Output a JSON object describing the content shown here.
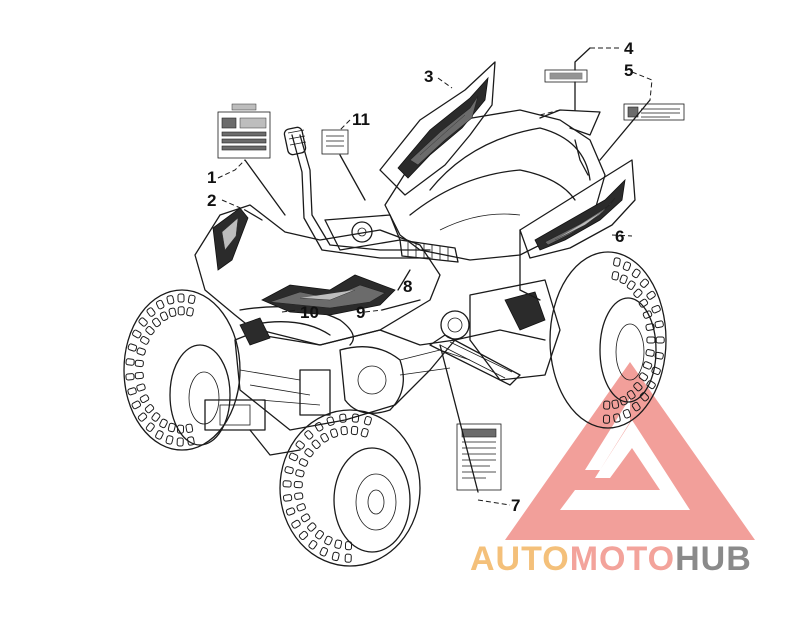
{
  "diagram": {
    "callouts": [
      {
        "id": "1",
        "label": "1"
      },
      {
        "id": "2",
        "label": "2"
      },
      {
        "id": "3",
        "label": "3"
      },
      {
        "id": "4",
        "label": "4"
      },
      {
        "id": "5",
        "label": "5"
      },
      {
        "id": "6",
        "label": "6"
      },
      {
        "id": "7",
        "label": "7"
      },
      {
        "id": "8",
        "label": "8"
      },
      {
        "id": "9",
        "label": "9"
      },
      {
        "id": "10",
        "label": "10"
      },
      {
        "id": "11",
        "label": "11"
      }
    ]
  },
  "watermark": {
    "part1": "AUTO",
    "part2": "MOTO",
    "part3": "HUB",
    "color_part1": "#f4c07a",
    "color_part2": "#f3a39b",
    "color_part3": "#8a8a8a",
    "logo_color": "#f08e88"
  },
  "colors": {
    "line": "#1a1a1a",
    "background": "#ffffff"
  }
}
